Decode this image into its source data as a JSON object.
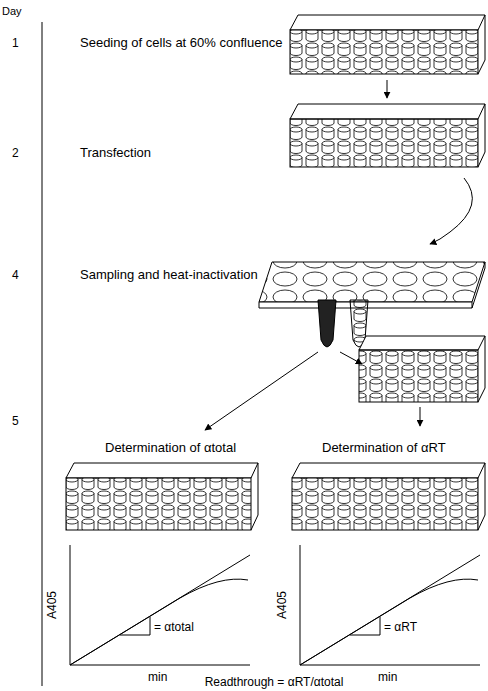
{
  "diagram": {
    "labels": [
      "Day",
      "1",
      "Seeding of cells at 60% confluence",
      "2",
      "Transfection",
      "4",
      "Sampling and heat-inactivation",
      "5",
      "Determination of αtotal",
      "Determination of αRT",
      "A405",
      "min",
      "= αtotal",
      "A405",
      "min",
      "= αRT",
      "Readthrough = αRT/αtotal"
    ]
  }
}
